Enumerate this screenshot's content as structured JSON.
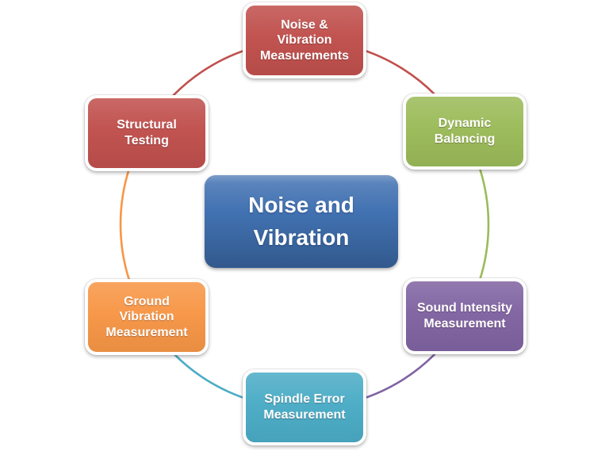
{
  "background_color": "#FFFFFF",
  "diagram": {
    "type": "cycle",
    "center_node": {
      "name": "noise-and-vibration",
      "lines": [
        "Noise and",
        "Vibration"
      ],
      "color": "#3E6FB0",
      "text_color": "#FFFFFF"
    },
    "nodes": [
      {
        "name": "noise-vibration-measurements",
        "lines": [
          "Noise &",
          "Vibration",
          "Measurements"
        ],
        "color": "#C0504D",
        "text_color": "#FFFFFF",
        "position": "top"
      },
      {
        "name": "dynamic-balancing",
        "lines": [
          "Dynamic",
          "Balancing"
        ],
        "color": "#9BBB59",
        "text_color": "#FFFFFF",
        "position": "top-right"
      },
      {
        "name": "sound-intensity-measurement",
        "lines": [
          "Sound Intensity",
          "Measurement"
        ],
        "color": "#8064A2",
        "text_color": "#FFFFFF",
        "position": "bottom-right"
      },
      {
        "name": "spindle-error-measurement",
        "lines": [
          "Spindle Error",
          "Measurement"
        ],
        "color": "#4BACC6",
        "text_color": "#FFFFFF",
        "position": "bottom"
      },
      {
        "name": "ground-vibration-measurement",
        "lines": [
          "Ground",
          "Vibration",
          "Measurement"
        ],
        "color": "#F79646",
        "text_color": "#FFFFFF",
        "position": "bottom-left"
      },
      {
        "name": "structural-testing",
        "lines": [
          "Structural",
          "Testing"
        ],
        "color": "#C0504D",
        "text_color": "#FFFFFF",
        "position": "top-left"
      }
    ],
    "ring_segments": [
      {
        "from": "noise-vibration-measurements",
        "to": "dynamic-balancing",
        "color": "#C0504D"
      },
      {
        "from": "dynamic-balancing",
        "to": "sound-intensity-measurement",
        "color": "#9BBB59"
      },
      {
        "from": "sound-intensity-measurement",
        "to": "spindle-error-measurement",
        "color": "#8064A2"
      },
      {
        "from": "spindle-error-measurement",
        "to": "ground-vibration-measurement",
        "color": "#4BACC6"
      },
      {
        "from": "ground-vibration-measurement",
        "to": "structural-testing",
        "color": "#F79646"
      },
      {
        "from": "structural-testing",
        "to": "noise-vibration-measurements",
        "color": "#C0504D"
      }
    ]
  }
}
